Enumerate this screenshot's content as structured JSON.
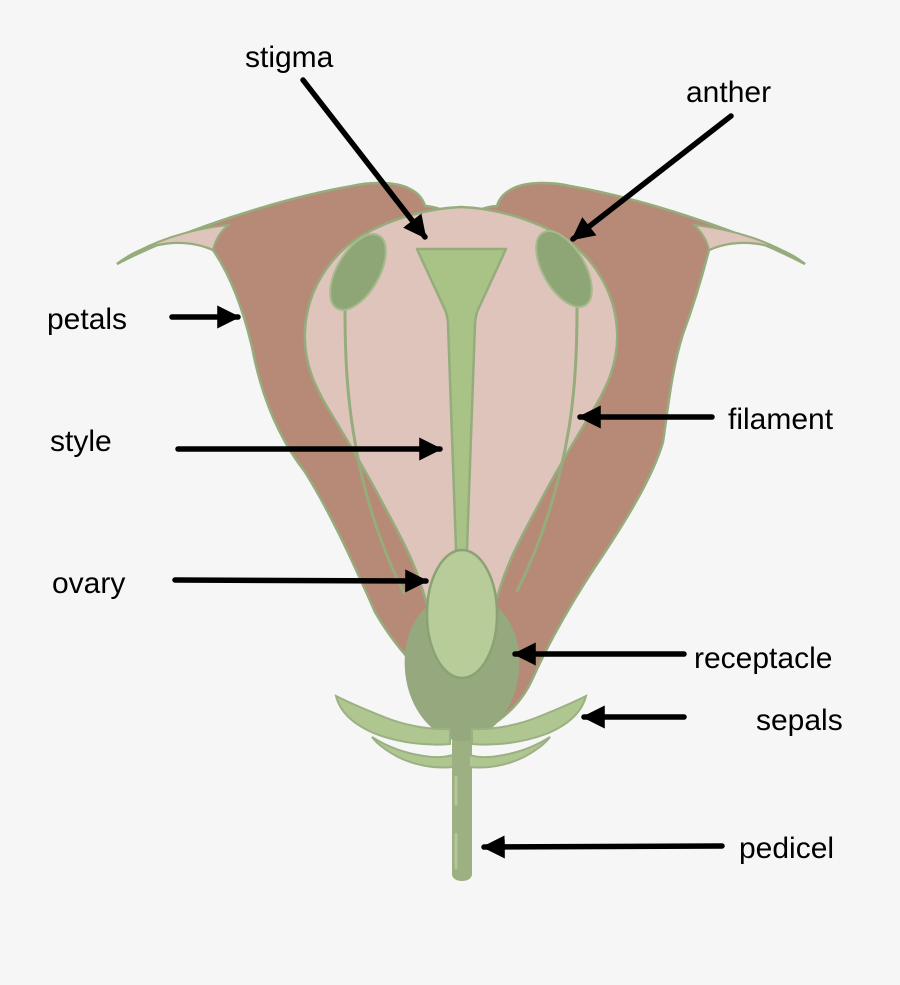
{
  "figure": {
    "type": "flower-anatomy-cross-section",
    "parts": [
      {
        "id": "stigma",
        "label": "stigma"
      },
      {
        "id": "anther",
        "label": "anther"
      },
      {
        "id": "petals",
        "label": "petals"
      },
      {
        "id": "filament",
        "label": "filament"
      },
      {
        "id": "style",
        "label": "style"
      },
      {
        "id": "ovary",
        "label": "ovary"
      },
      {
        "id": "receptacle",
        "label": "receptacle"
      },
      {
        "id": "sepals",
        "label": "sepals"
      },
      {
        "id": "pedicel",
        "label": "pedicel"
      }
    ]
  },
  "colors": {
    "background": "#f6f6f6",
    "petal_dark": "#b68a77",
    "petal_inner": "#dec4ba",
    "outline_green": "#96ac7c",
    "stigma_style": "#a9c387",
    "anther": "#8ea675",
    "anther_outline": "#a6ba8d",
    "ovary": "#b8cc9a",
    "ovary_outline": "#8aa274",
    "receptacle": "#96a87e",
    "sepal": "#b0c690",
    "sepal_outline": "#9cb183",
    "pedicel": "#9cb081",
    "pedicel_highlight": "#b7c59c",
    "label_text": "#000000",
    "arrow": "#000000"
  }
}
